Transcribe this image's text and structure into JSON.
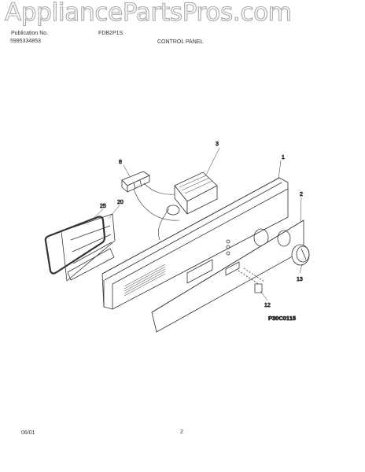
{
  "watermark": "AppliancePartsPros.com",
  "header": {
    "model_label": "Publication No.",
    "model_value": "FDB2P1S",
    "publication_no": "5995334853",
    "section_title": "CONTROL PANEL"
  },
  "diagram": {
    "callouts": {
      "p1": "1",
      "p2": "2",
      "p3": "3",
      "p8": "8",
      "p12": "12",
      "p13": "13",
      "p20": "20",
      "p25": "25"
    },
    "figure_code": "P30C0115"
  },
  "footer": {
    "date": "06/01",
    "page": "2"
  }
}
